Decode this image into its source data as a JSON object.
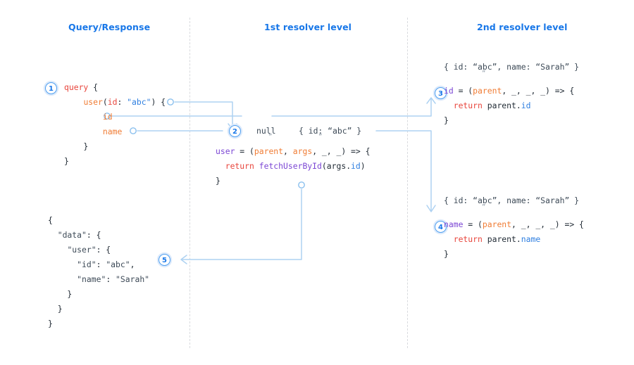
{
  "columns": [
    {
      "label": "Query/Response"
    },
    {
      "label": "1st resolver level"
    },
    {
      "label": "2nd resolver level"
    }
  ],
  "badges": [
    {
      "id": "1",
      "label": "1"
    },
    {
      "id": "2",
      "label": "2"
    },
    {
      "id": "3",
      "label": "3"
    },
    {
      "id": "4",
      "label": "4"
    },
    {
      "id": "5",
      "label": "5"
    }
  ],
  "query_block": {
    "name": "graphql-query",
    "lines": [
      [
        {
          "t": "query",
          "c": "red"
        },
        {
          "t": " {",
          "c": "dark"
        }
      ],
      [
        {
          "t": "    ",
          "c": "dark"
        },
        {
          "t": "user",
          "c": "orange"
        },
        {
          "t": "(",
          "c": "dark"
        },
        {
          "t": "id",
          "c": "red"
        },
        {
          "t": ": ",
          "c": "dark"
        },
        {
          "t": "\"abc\"",
          "c": "blue"
        },
        {
          "t": ") {",
          "c": "dark"
        }
      ],
      [
        {
          "t": "        ",
          "c": "dark"
        },
        {
          "t": "id",
          "c": "orange"
        }
      ],
      [
        {
          "t": "        ",
          "c": "dark"
        },
        {
          "t": "name",
          "c": "orange"
        }
      ],
      [
        {
          "t": "    }",
          "c": "dark"
        }
      ],
      [
        {
          "t": "}",
          "c": "dark"
        }
      ]
    ]
  },
  "response_block": {
    "name": "json-response",
    "lines": [
      [
        {
          "t": "{",
          "c": "dark"
        }
      ],
      [
        {
          "t": "  ",
          "c": "dark"
        },
        {
          "t": "\"data\"",
          "c": "gray"
        },
        {
          "t": ": {",
          "c": "dark"
        }
      ],
      [
        {
          "t": "    ",
          "c": "dark"
        },
        {
          "t": "\"user\"",
          "c": "gray"
        },
        {
          "t": ": {",
          "c": "dark"
        }
      ],
      [
        {
          "t": "      ",
          "c": "dark"
        },
        {
          "t": "\"id\"",
          "c": "gray"
        },
        {
          "t": ": ",
          "c": "dark"
        },
        {
          "t": "\"abc\"",
          "c": "gray"
        },
        {
          "t": ",",
          "c": "dark"
        }
      ],
      [
        {
          "t": "      ",
          "c": "dark"
        },
        {
          "t": "\"name\"",
          "c": "gray"
        },
        {
          "t": ": ",
          "c": "dark"
        },
        {
          "t": "\"Sarah\"",
          "c": "gray"
        }
      ],
      [
        {
          "t": "    }",
          "c": "dark"
        }
      ],
      [
        {
          "t": "  }",
          "c": "dark"
        }
      ],
      [
        {
          "t": "}",
          "c": "dark"
        }
      ]
    ]
  },
  "resolver_user": {
    "name": "user-resolver",
    "lines": [
      [
        {
          "t": "user",
          "c": "purple"
        },
        {
          "t": " = (",
          "c": "dark"
        },
        {
          "t": "parent",
          "c": "orange"
        },
        {
          "t": ", ",
          "c": "dark"
        },
        {
          "t": "args",
          "c": "orange"
        },
        {
          "t": ", _, _) => {",
          "c": "dark"
        }
      ],
      [
        {
          "t": "  ",
          "c": "dark"
        },
        {
          "t": "return",
          "c": "red"
        },
        {
          "t": " ",
          "c": "dark"
        },
        {
          "t": "fetchUserById",
          "c": "purple"
        },
        {
          "t": "(",
          "c": "dark"
        },
        {
          "t": "args",
          "c": "dark"
        },
        {
          "t": ".",
          "c": "dark"
        },
        {
          "t": "id",
          "c": "blue"
        },
        {
          "t": ")",
          "c": "dark"
        }
      ],
      [
        {
          "t": "}",
          "c": "dark"
        }
      ]
    ]
  },
  "resolver_id": {
    "name": "id-resolver",
    "lines": [
      [
        {
          "t": "id",
          "c": "purple"
        },
        {
          "t": " = (",
          "c": "dark"
        },
        {
          "t": "parent",
          "c": "orange"
        },
        {
          "t": ", _, _, _) => {",
          "c": "dark"
        }
      ],
      [
        {
          "t": "  ",
          "c": "dark"
        },
        {
          "t": "return",
          "c": "red"
        },
        {
          "t": " ",
          "c": "dark"
        },
        {
          "t": "parent",
          "c": "dark"
        },
        {
          "t": ".",
          "c": "dark"
        },
        {
          "t": "id",
          "c": "blue"
        }
      ],
      [
        {
          "t": "}",
          "c": "dark"
        }
      ]
    ]
  },
  "resolver_name": {
    "name": "name-resolver",
    "lines": [
      [
        {
          "t": "name",
          "c": "purple"
        },
        {
          "t": " = (",
          "c": "dark"
        },
        {
          "t": "parent",
          "c": "orange"
        },
        {
          "t": ", _, _, _) => {",
          "c": "dark"
        }
      ],
      [
        {
          "t": "  ",
          "c": "dark"
        },
        {
          "t": "return",
          "c": "red"
        },
        {
          "t": " ",
          "c": "dark"
        },
        {
          "t": "parent",
          "c": "dark"
        },
        {
          "t": ".",
          "c": "dark"
        },
        {
          "t": "name",
          "c": "blue"
        }
      ],
      [
        {
          "t": "}",
          "c": "dark"
        }
      ]
    ]
  },
  "values": {
    "parent_null": "null",
    "args_obj": "{ id: “abc” }",
    "parent_id": "{ id: “abc”, name: “Sarah” }",
    "parent_name": "{ id: “abc”, name: “Sarah” }",
    "ditto": "”"
  },
  "colors": {
    "accent": "#1877e8",
    "wire": "#aed2f2",
    "divider": "#d8dade",
    "keyword_red": "#e8453c",
    "field_orange": "#f07c34",
    "string_blue": "#2f7fe0",
    "fn_purple": "#7b46d4",
    "text_dark": "#1f2933"
  }
}
